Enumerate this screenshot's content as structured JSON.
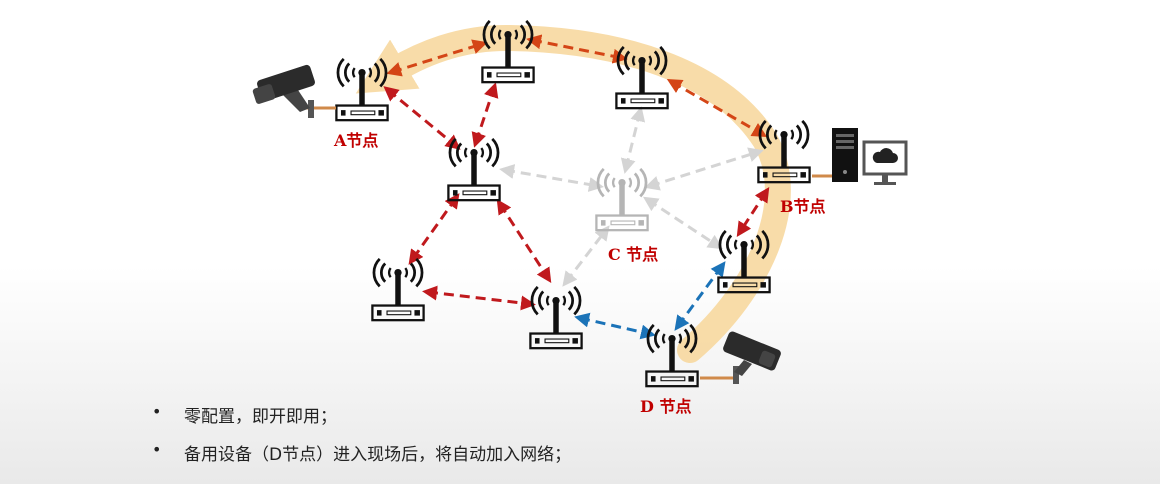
{
  "labels": {
    "node_a": "A节点",
    "node_b": "B节点",
    "node_c": "C 节点",
    "node_d": "D 节点"
  },
  "bullets": [
    {
      "text": "零配置，即开即用；"
    },
    {
      "text": "备用设备（D节点）进入现场后，将自动加入网络；"
    }
  ],
  "colors": {
    "link_red": "#c0191d",
    "link_orange": "#d44516",
    "link_gray": "#d4d4d4",
    "link_blue": "#1b73b8",
    "highlight_path": "#f8d9a0",
    "label_red": "#c00000"
  },
  "icons": {
    "camera": "surveillance-camera-icon",
    "pc": "computer-tower-icon",
    "monitor": "cloud-monitor-icon",
    "router": "wireless-router-icon"
  }
}
